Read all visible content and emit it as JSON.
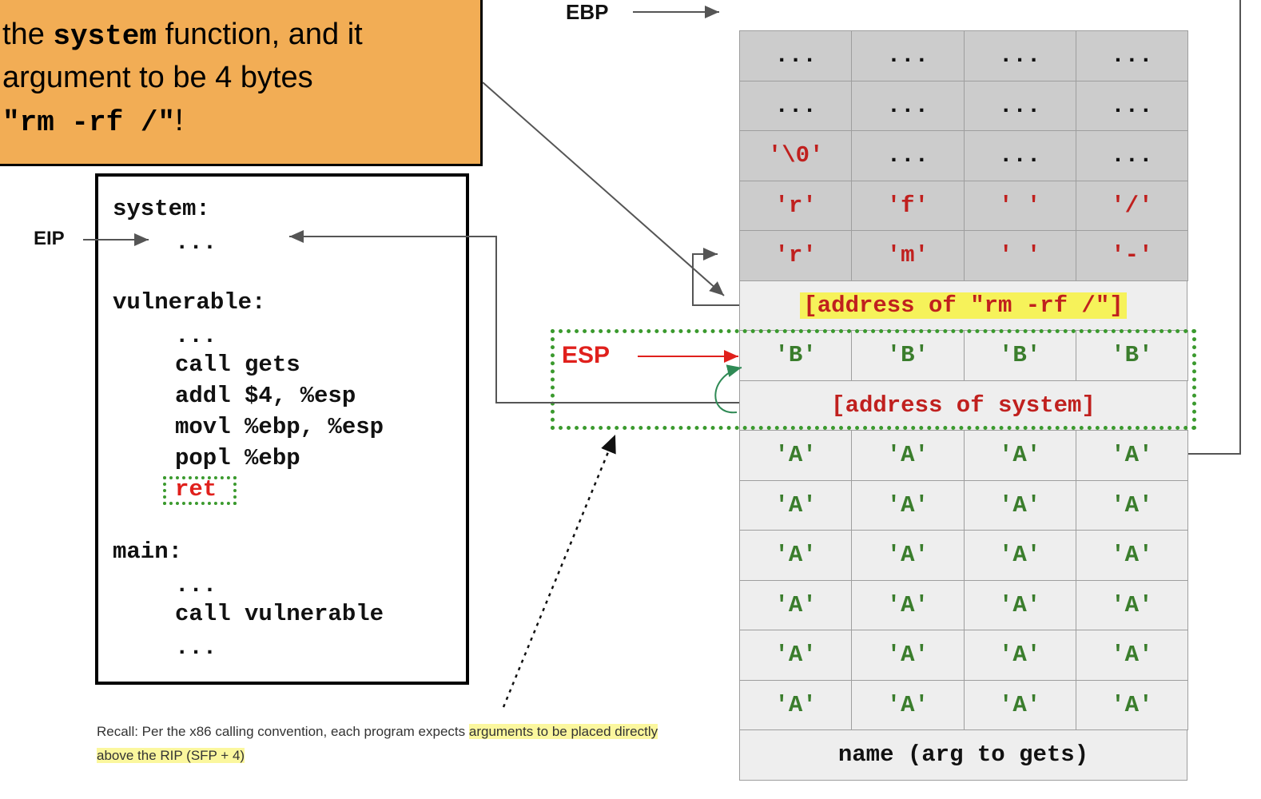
{
  "callout": {
    "line1_pre": "the ",
    "line1_code": "system",
    "line1_post": " function, and it",
    "line2": "argument to be 4 bytes",
    "line3_code": "\"rm -rf /\"",
    "line3_post": "!"
  },
  "labels": {
    "ebp": "EBP",
    "eip": "EIP",
    "esp": "ESP"
  },
  "code": [
    {
      "text": "system:",
      "indent": 0
    },
    {
      "text": "...",
      "indent": 1
    },
    {
      "text": "vulnerable:",
      "indent": 0
    },
    {
      "text": "...",
      "indent": 1
    },
    {
      "text": "call gets",
      "indent": 1
    },
    {
      "text": "addl $4, %esp",
      "indent": 1
    },
    {
      "text": "movl %ebp, %esp",
      "indent": 1
    },
    {
      "text": "popl %ebp",
      "indent": 1
    },
    {
      "text": "ret",
      "indent": 1,
      "highlight": true
    },
    {
      "text": "main:",
      "indent": 0
    },
    {
      "text": "...",
      "indent": 1
    },
    {
      "text": "call vulnerable",
      "indent": 1
    },
    {
      "text": "...",
      "indent": 1
    }
  ],
  "stack": {
    "rows": [
      {
        "cells": [
          "...",
          "...",
          "...",
          "..."
        ],
        "style": "gray"
      },
      {
        "cells": [
          "...",
          "...",
          "...",
          "..."
        ],
        "style": "gray"
      },
      {
        "cells": [
          "'\\0'",
          "...",
          "...",
          "..."
        ],
        "style": "gray",
        "red_cells": [
          0
        ]
      },
      {
        "cells": [
          "'r'",
          "'f'",
          "' '",
          "'/'"
        ],
        "style": "gray",
        "red_cells": [
          0,
          1,
          2,
          3
        ]
      },
      {
        "cells": [
          "'r'",
          "'m'",
          "' '",
          "'-'"
        ],
        "style": "gray",
        "red_cells": [
          0,
          1,
          2,
          3
        ]
      },
      {
        "full": "[address of \"rm -rf /\"]",
        "style": "light",
        "color": "red",
        "highlight": true
      },
      {
        "cells": [
          "'B'",
          "'B'",
          "'B'",
          "'B'"
        ],
        "style": "light",
        "color": "green"
      },
      {
        "full": "[address of system]",
        "style": "light",
        "color": "red"
      },
      {
        "cells": [
          "'A'",
          "'A'",
          "'A'",
          "'A'"
        ],
        "style": "light",
        "color": "green"
      },
      {
        "cells": [
          "'A'",
          "'A'",
          "'A'",
          "'A'"
        ],
        "style": "light",
        "color": "green"
      },
      {
        "cells": [
          "'A'",
          "'A'",
          "'A'",
          "'A'"
        ],
        "style": "light",
        "color": "green"
      },
      {
        "cells": [
          "'A'",
          "'A'",
          "'A'",
          "'A'"
        ],
        "style": "light",
        "color": "green"
      },
      {
        "cells": [
          "'A'",
          "'A'",
          "'A'",
          "'A'"
        ],
        "style": "light",
        "color": "green"
      },
      {
        "cells": [
          "'A'",
          "'A'",
          "'A'",
          "'A'"
        ],
        "style": "light",
        "color": "green"
      },
      {
        "full": "name (arg to gets)",
        "style": "light",
        "color": "black"
      }
    ]
  },
  "recall": {
    "line1_plain": "Recall: Per the x86 calling convention, each program expects ",
    "line1_hl": "arguments to be placed directly",
    "line2_hl": "above the RIP (SFP + 4)"
  },
  "colors": {
    "callout_bg": "#f2ad55",
    "accent_red": "#e0201c",
    "accent_green": "#3b9a2e",
    "highlight_yellow": "#f6f25a"
  }
}
